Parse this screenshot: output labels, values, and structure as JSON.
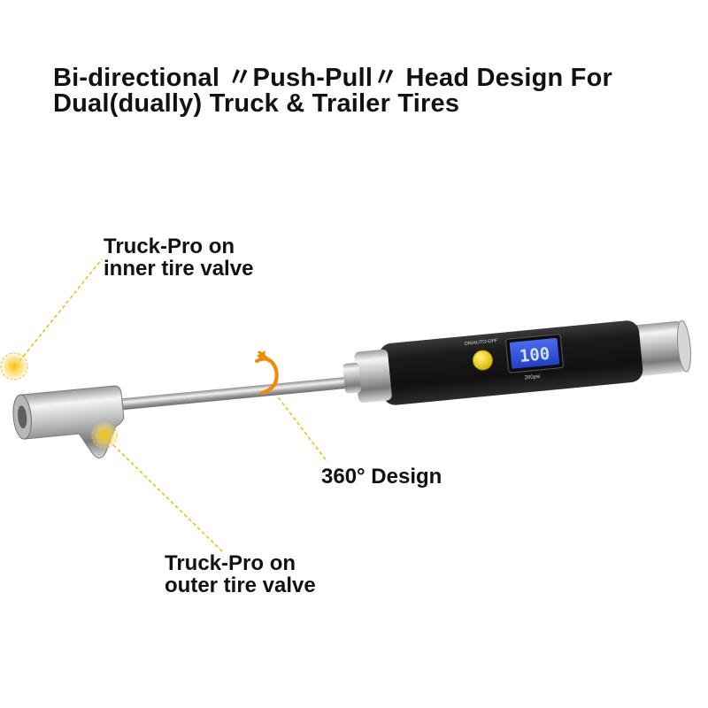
{
  "headline": {
    "line1": "Bi-directional 〃Push-Pull〃 Head Design For",
    "line2": "Dual(dually) Truck & Trailer Tires"
  },
  "callouts": {
    "inner": {
      "line1": "Truck-Pro on",
      "line2": "inner tire valve"
    },
    "outer": {
      "line1": "Truck-Pro on",
      "line2": "outer tire valve"
    },
    "rotate": "360°  Design"
  },
  "device": {
    "button_label": "ON/AUTO-OFF",
    "display_reading": "100",
    "range_label": "200psi"
  },
  "colors": {
    "accent": "#f5c400",
    "body": "#1c1c1c",
    "lcd": "#2e4fd6",
    "metal": "#c8c8c8",
    "arrow": "#f08a00"
  }
}
